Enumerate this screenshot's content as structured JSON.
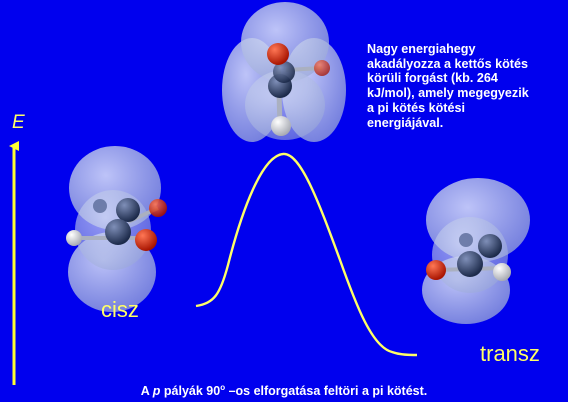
{
  "energy_axis_label": "E",
  "cis_label": "cisz",
  "trans_label": "transz",
  "note_lines": [
    "Nagy energiahegy",
    "akadályozza a kettős kötés",
    "körüli forgást (kb. 264",
    "kJ/mol), amely megegyezik",
    "a pi kötés kötési",
    "energiájával."
  ],
  "caption": {
    "prefix": "A ",
    "p": "p",
    "middle": " pályák 90",
    "sup": "o",
    "suffix": " –os elforgatása feltöri a pi  kötést."
  },
  "colors": {
    "background": "#0000ee",
    "curve": "#ffff66",
    "label_yellow": "#ffff66",
    "carbon": "#1c2a4a",
    "oxygen": "#cc1a00",
    "hydrogen": "#e6e6e6",
    "orbital_lobe": "#b7c3e8"
  }
}
